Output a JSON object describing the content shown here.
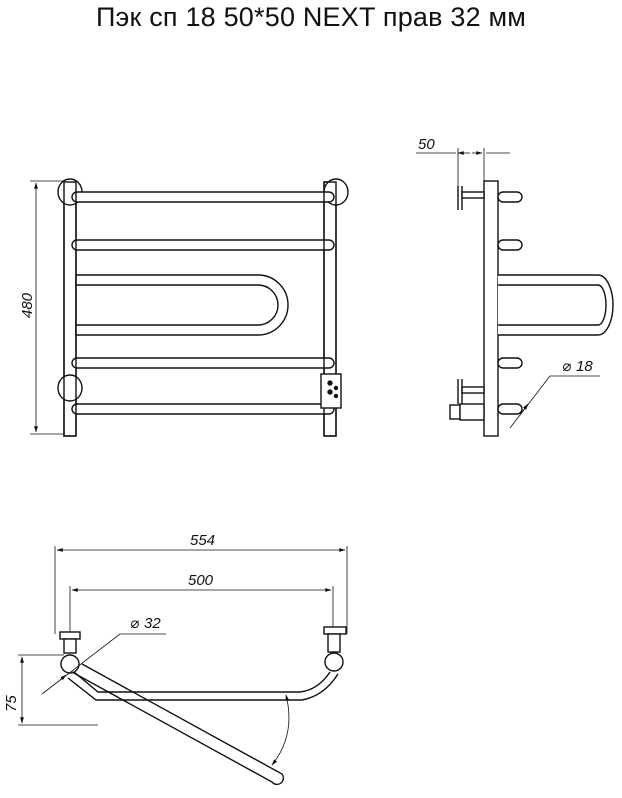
{
  "title": "Пэк сп 18 50*50 NEXT прав 32 мм",
  "dimensions": {
    "height": "480",
    "offset": "50",
    "pipe_small": "18",
    "overall_width": "554",
    "axis_distance": "500",
    "pipe_large": "32",
    "depth": "75"
  }
}
